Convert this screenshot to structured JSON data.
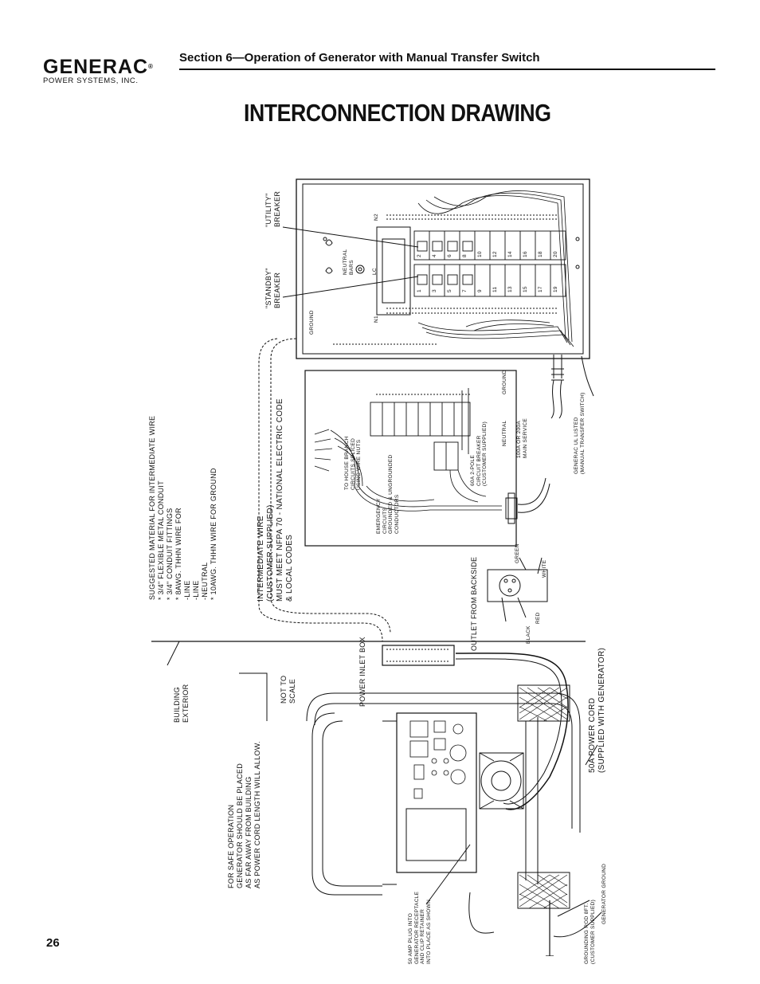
{
  "header": {
    "brand": "GENERAC",
    "brand_mark": "®",
    "brand_sub": "POWER SYSTEMS, INC.",
    "section_title": "Section 6—Operation of Generator with Manual Transfer Switch"
  },
  "page_title": "INTERCONNECTION DRAWING",
  "page_number": "26",
  "labels": {
    "suggested": "SUGGESTED MATERIAL FOR INTERMEDIATE WIRE\n* 3/4\" FLEXIBLE METAL CONDUIT\n* 3/4\" CONDUIT FITTINGS\n* 8AWG. THHN WIRE FOR\n-LINE\n-LINE\n-NEUTRAL\n* 10AWG. THHN WIRE FOR GROUND",
    "intermediate": "INTERMEDIATE WIRE\n(CUSTOMER SUPPLIED)\nMUST MEET NFPA 70 - NATIONAL ELECTRIC CODE\n& LOCAL CODES",
    "safe_operation": "FOR SAFE OPERATION\nGENERATOR SHOULD BE PLACED\nAS FAR AWAY FROM BUILDING\nAS POWER CORD LENGTH WILL ALLOW.",
    "building_exterior": "BUILDING\nEXTERIOR",
    "not_to_scale": "NOT TO\nSCALE",
    "power_inlet_box": "POWER INLET BOX",
    "outlet_backside": "OUTLET FROM BACKSIDE",
    "green": "GREEN",
    "white": "WHITE",
    "red": "RED",
    "black": "BLACK",
    "power_cord": "50A POWER CORD\n(SUPPLIED WITH GENERATOR)",
    "plug_note": "50 AMP PLUG INTO\nGENERATOR RECEPTACLE\nAND CLIP RETAINER\nINTO PLACE AS SHOWN",
    "grounding_rod": "GROUNDING ROD 8FT.\n(CUSTOMER SUPPLIED)",
    "generator_ground": "GENERATOR GROUND",
    "standby_breaker": "\"STANDBY\"\nBREAKER",
    "utility_breaker": "\"UTILITY\"\nBREAKER",
    "ground_switch": "GROUND",
    "neutral_bars": "NEUTRAL\nBARS",
    "n1": "N1",
    "n2": "N2",
    "lc": "LC",
    "to_house": "TO HOUSE BRANCH\nCIRCUITS SPLICED\nUSING WIRE NUTS",
    "emergency": "EMERGENCY\nCIRCUITS\nGROUNDED & UNGROUNDED\nCONDUCTORS",
    "breaker_60a": "60A 2-POLE\nCIRCUIT BREAKER\n(CUSTOMER SUPPLIED)",
    "neutral_panel": "NEUTRAL",
    "ground_panel": "GROUND",
    "main_service": "100A OR 200A\nMAIN SERVICE",
    "generac_ul": "GENERAC UL LISTED\n(MANUAL TRANSFER SWITCH)"
  },
  "breaker_numbers": {
    "left": [
      "1",
      "3",
      "5",
      "7",
      "9",
      "11",
      "13",
      "15",
      "17",
      "19"
    ],
    "right": [
      "2",
      "4",
      "6",
      "8",
      "10",
      "12",
      "14",
      "16",
      "18",
      "20"
    ]
  }
}
